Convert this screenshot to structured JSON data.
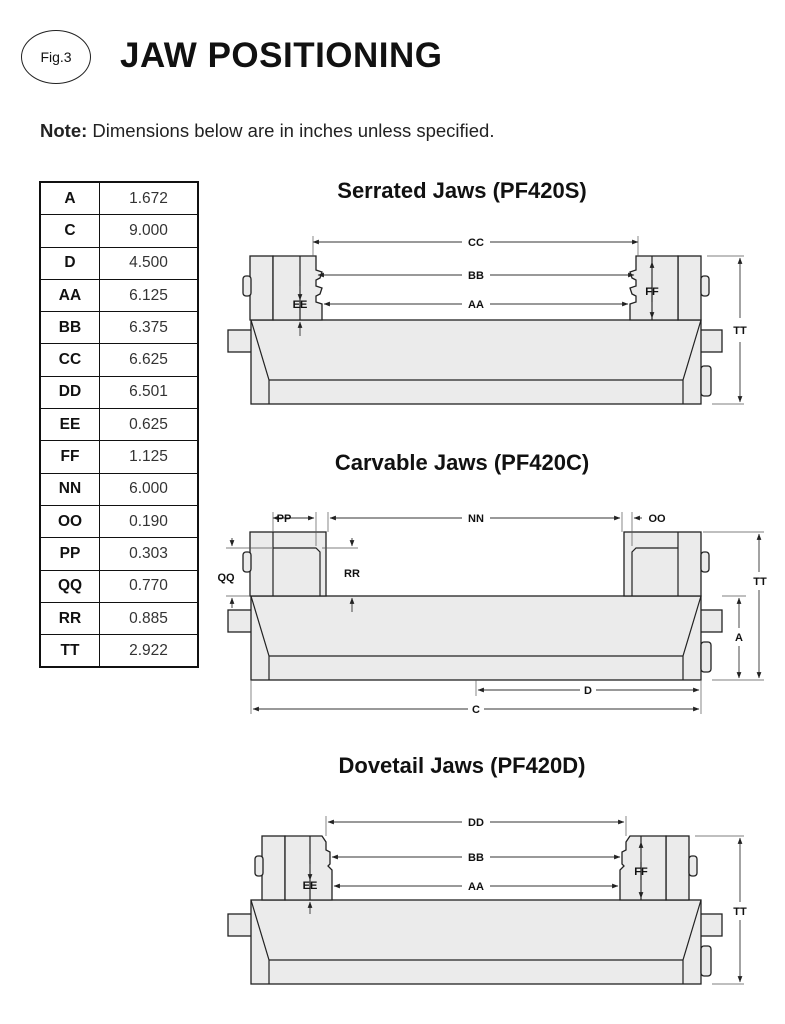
{
  "figure_badge": "Fig.3",
  "title": "JAW POSITIONING",
  "note": {
    "label": "Note:",
    "text": "Dimensions below are in inches unless specified."
  },
  "dimensions_table": [
    {
      "key": "A",
      "value": "1.672"
    },
    {
      "key": "C",
      "value": "9.000"
    },
    {
      "key": "D",
      "value": "4.500"
    },
    {
      "key": "AA",
      "value": "6.125"
    },
    {
      "key": "BB",
      "value": "6.375"
    },
    {
      "key": "CC",
      "value": "6.625"
    },
    {
      "key": "DD",
      "value": "6.501"
    },
    {
      "key": "EE",
      "value": "0.625"
    },
    {
      "key": "FF",
      "value": "1.125"
    },
    {
      "key": "NN",
      "value": "6.000"
    },
    {
      "key": "OO",
      "value": "0.190"
    },
    {
      "key": "PP",
      "value": "0.303"
    },
    {
      "key": "QQ",
      "value": "0.770"
    },
    {
      "key": "RR",
      "value": "0.885"
    },
    {
      "key": "TT",
      "value": "2.922"
    }
  ],
  "serrated": {
    "title": "Serrated Jaws (PF420S)",
    "labels": {
      "cc": "CC",
      "bb": "BB",
      "aa": "AA",
      "ee": "EE",
      "ff": "FF",
      "tt": "TT"
    }
  },
  "carvable": {
    "title": "Carvable Jaws (PF420C)",
    "labels": {
      "pp": "PP",
      "nn": "NN",
      "oo": "OO",
      "qq": "QQ",
      "rr": "RR",
      "tt": "TT",
      "a": "A",
      "d": "D",
      "c": "C"
    }
  },
  "dovetail": {
    "title": "Dovetail Jaws (PF420D)",
    "labels": {
      "dd": "DD",
      "bb": "BB",
      "aa": "AA",
      "ee": "EE",
      "ff": "FF",
      "tt": "TT"
    }
  }
}
